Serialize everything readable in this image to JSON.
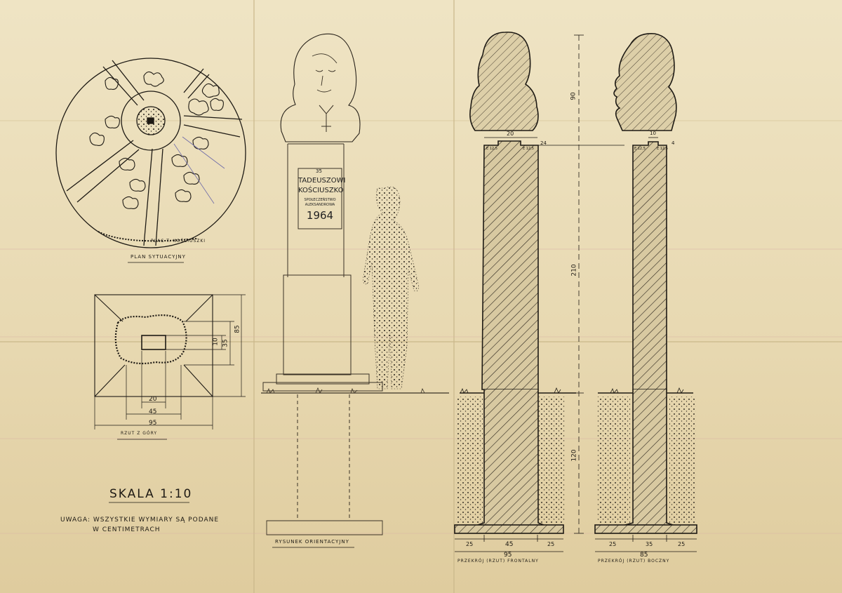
{
  "site_plan": {
    "title": "PLAN SYTUACYJNY",
    "street_label": "PLAC T. KOŚCIUSZKI"
  },
  "top_view": {
    "title": "RZUT Z GÓRY",
    "dim_inner_w": "20",
    "dim_mid_w": "45",
    "dim_outer_w": "95",
    "dim_inner_h": "10",
    "dim_mid_h": "35",
    "dim_outer_h": "85"
  },
  "plaque": {
    "number": "35",
    "line1": "TADEUSZOWI",
    "line2": "KOŚCIUSZKO",
    "line3": "SPOŁECZEŃSTWO",
    "line4": "ALEKSANDROWA",
    "year": "1964"
  },
  "orientation": {
    "title": "RYSUNEK ORIENTACYJNY"
  },
  "scale": {
    "text": "SKALA 1:10"
  },
  "note": {
    "line1": "UWAGA: WSZYSTKIE WYMIARY SĄ PODANE",
    "line2": "W CENTIMETRACH"
  },
  "front_section": {
    "title": "PRZEKRÓJ (RZUT) FRONTALNY",
    "dim_bottom_left": "25",
    "dim_bottom_mid": "45",
    "dim_bottom_right": "25",
    "dim_total": "95",
    "dim_top": "20",
    "dim_step": "24",
    "dim_note_left": "E 12,5",
    "dim_note_right": "E 12,5"
  },
  "side_section": {
    "title": "PRZEKRÓJ (RZUT) BOCZNY",
    "dim_bottom_left": "25",
    "dim_bottom_mid": "35",
    "dim_bottom_right": "25",
    "dim_total": "85",
    "dim_top": "10",
    "dim_step": "4",
    "dim_note_left": "E 12,5",
    "dim_note_right": "E 12,5"
  },
  "height_dims": {
    "bust": "90",
    "column": "210",
    "foundation": "120"
  }
}
